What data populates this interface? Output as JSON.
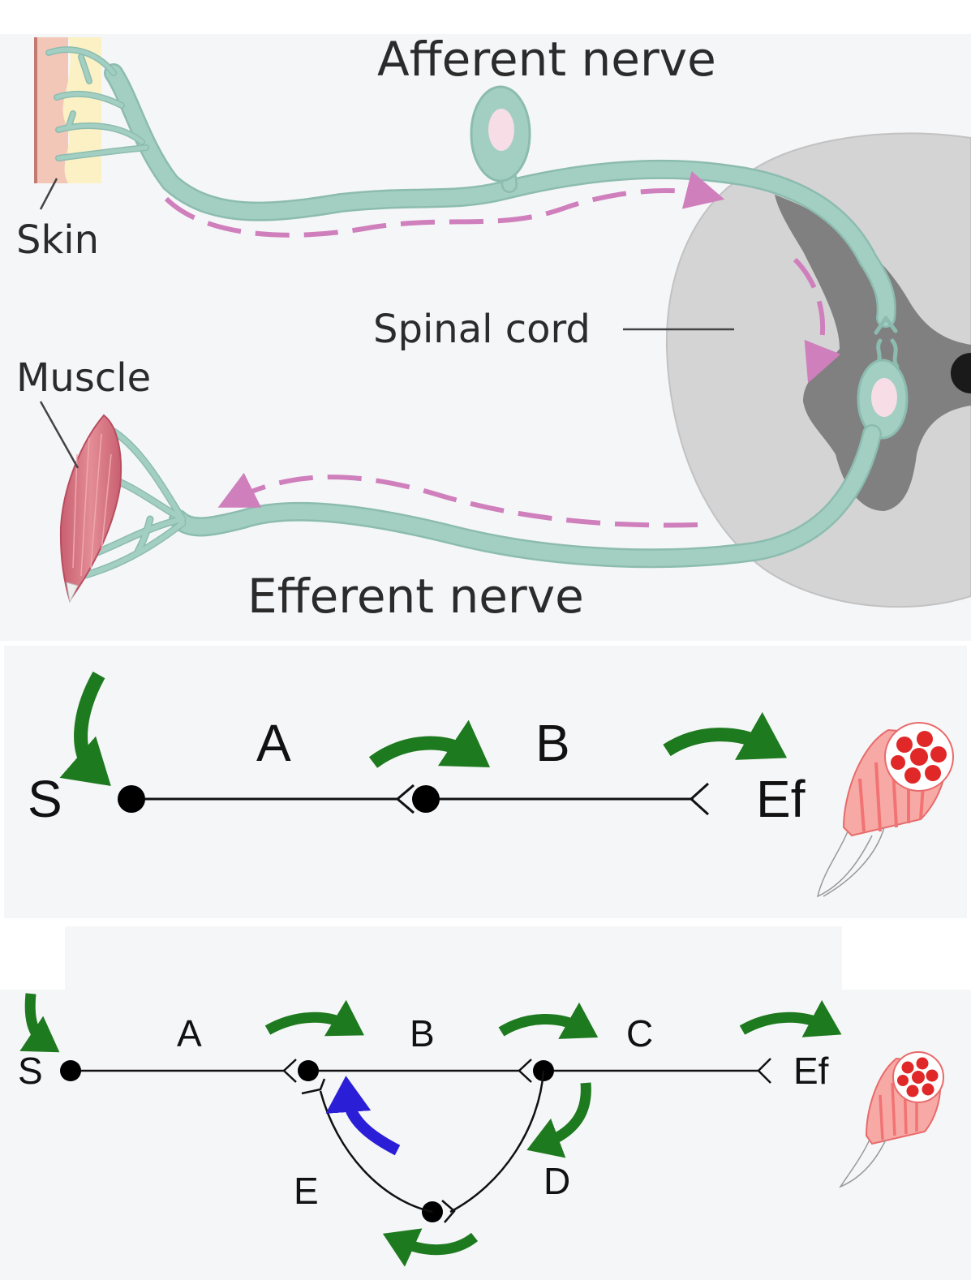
{
  "panel1": {
    "afferent_label": "Afferent nerve",
    "skin_label": "Skin",
    "spinal_cord_label": "Spinal cord",
    "muscle_label": "Muscle",
    "efferent_label": "Efferent nerve"
  },
  "panel2": {
    "stimulus": "S",
    "neuron_a": "A",
    "neuron_b": "B",
    "effector": "Ef"
  },
  "panel3": {
    "stimulus": "S",
    "neuron_a": "A",
    "neuron_b": "B",
    "neuron_c": "C",
    "neuron_d": "D",
    "neuron_e": "E",
    "effector": "Ef"
  },
  "colors": {
    "nerve": "#a3cfc3",
    "nerve_stroke": "#8cbcaf",
    "signal_path": "#d07fbd",
    "cord_white": "#d4d4d4",
    "cord_grey": "#808080",
    "skin": "#f3c7b8",
    "muscle": "#d7737f",
    "excitatory_arrow": "#1e7a1e",
    "inhibitory_arrow": "#2a1ed6",
    "background": "#f5f6f8"
  }
}
